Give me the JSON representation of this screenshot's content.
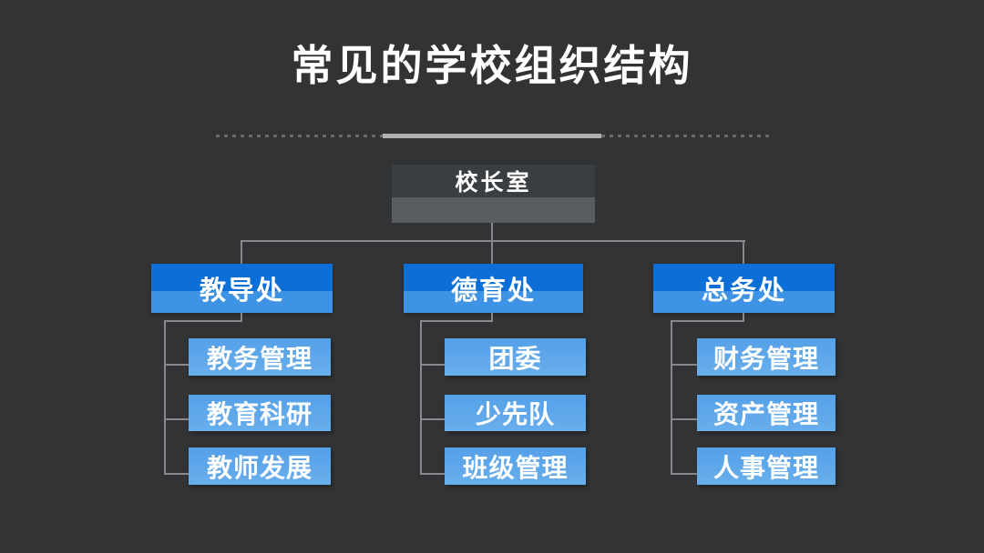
{
  "title": "常见的学校组织结构",
  "org": {
    "root": {
      "label": "校长室"
    },
    "departments": [
      {
        "label": "教导处",
        "children": [
          "教务管理",
          "教育科研",
          "教师发展"
        ]
      },
      {
        "label": "德育处",
        "children": [
          "团委",
          "少先队",
          "班级管理"
        ]
      },
      {
        "label": "总务处",
        "children": [
          "财务管理",
          "资产管理",
          "人事管理"
        ]
      }
    ]
  },
  "colors": {
    "background": "#323334",
    "title_text": "#ffffff",
    "root_box_top": "#3b3e41",
    "root_box_bottom": "#595d61",
    "dept_box_top": "#0c6ed7",
    "dept_box_bottom": "#3e93e4",
    "sub_box_top": "#55a0e8",
    "sub_box_bottom": "#69aeec",
    "connector": "#87898c",
    "divider_bar": "#aeb0b2",
    "divider_dashes": "#6a6c6e"
  }
}
